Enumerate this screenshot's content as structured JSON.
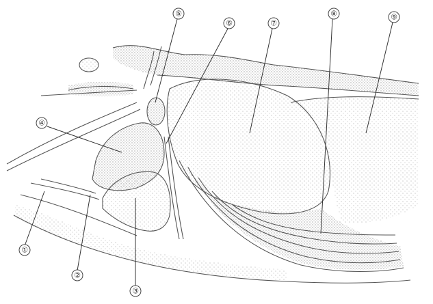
{
  "figure": {
    "style": "stippled pen-and-ink anatomical drawing",
    "ink_color": "#555555",
    "stipple_color": "#9a9a9a",
    "background": "#ffffff"
  },
  "callouts": [
    {
      "id": "c1",
      "label": "①"
    },
    {
      "id": "c2",
      "label": "②"
    },
    {
      "id": "c3",
      "label": "③"
    },
    {
      "id": "c4",
      "label": "④"
    },
    {
      "id": "c5",
      "label": "⑤"
    },
    {
      "id": "c6",
      "label": "⑥"
    },
    {
      "id": "c7",
      "label": "⑦"
    },
    {
      "id": "c8",
      "label": "⑧"
    },
    {
      "id": "c9",
      "label": "⑨"
    }
  ]
}
